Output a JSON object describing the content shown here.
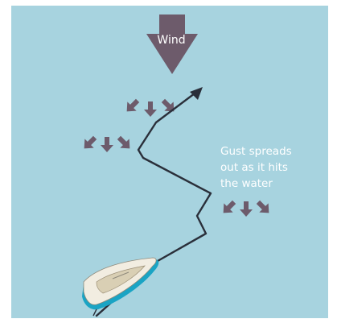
{
  "colors": {
    "water": "#a7d3df",
    "arrow": "#6d5b6b",
    "track": "#2a2f3a",
    "boat_hull": "#f2ede1",
    "boat_stripe": "#1aa4c4",
    "boat_deck": "#d9cfb4"
  },
  "wind": {
    "label": "Wind",
    "icon": "wind-down-arrow-icon"
  },
  "gust": {
    "lines": [
      "Gust spreads",
      "out as it hits",
      "the water"
    ]
  },
  "icons": {
    "gust_arrow": "gust-arrow-icon",
    "boat": "sailboat-icon",
    "track": "course-line-icon"
  }
}
